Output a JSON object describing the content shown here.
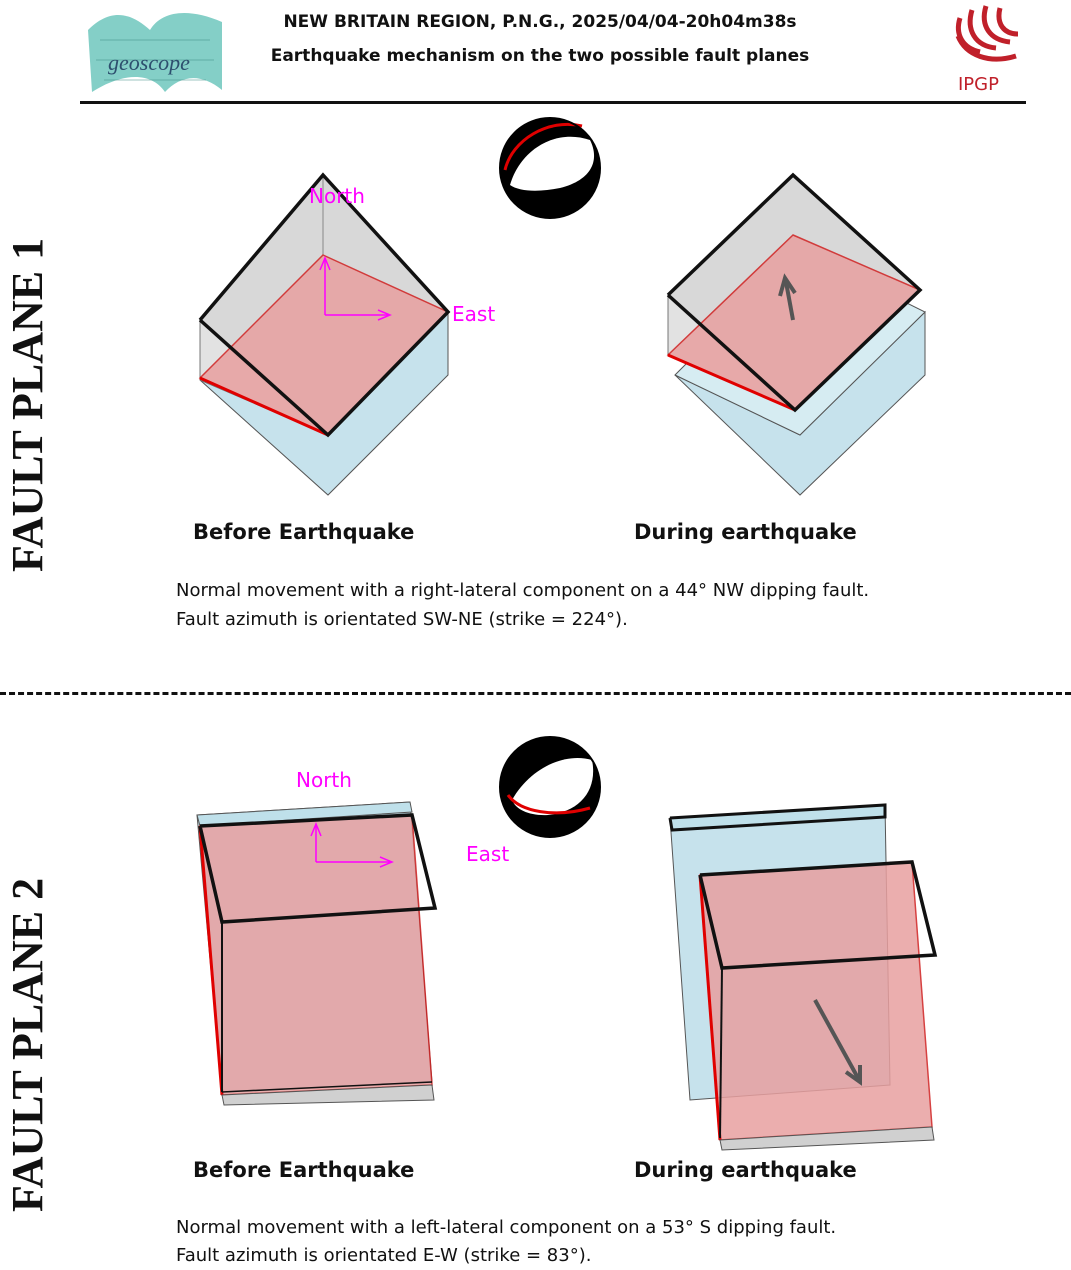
{
  "header": {
    "title_line1": "NEW BRITAIN REGION, P.N.G., 2025/04/04-20h04m38s",
    "title_line2": "Earthquake mechanism on the two possible fault planes",
    "logo_left_text": "geoscope",
    "logo_right_text": "IPGP"
  },
  "colors": {
    "fault_plane": "#e8a0a0",
    "fault_edge": "#e00000",
    "upper_block": "#d3d3d3",
    "lower_block": "#c6e2ec",
    "compass": "#ff00ff",
    "ipgp_red": "#c0202a",
    "geoscope_teal": "#6fc7bd"
  },
  "fault_plane_1": {
    "side_label": "FAULT PLANE 1",
    "north_label": "North",
    "east_label": "East",
    "before_caption": "Before Earthquake",
    "during_caption": "During earthquake",
    "description_line1": "Normal movement with a right-lateral component on a 44° NW dipping fault.",
    "description_line2": "Fault azimuth is orientated SW-NE (strike = 224°)."
  },
  "fault_plane_2": {
    "side_label": "FAULT PLANE 2",
    "north_label": "North",
    "east_label": "East",
    "before_caption": "Before Earthquake",
    "during_caption": "During earthquake",
    "description_line1": "Normal movement with a left-lateral component on a 53° S dipping fault.",
    "description_line2": "Fault azimuth is orientated E-W (strike = 83°)."
  }
}
